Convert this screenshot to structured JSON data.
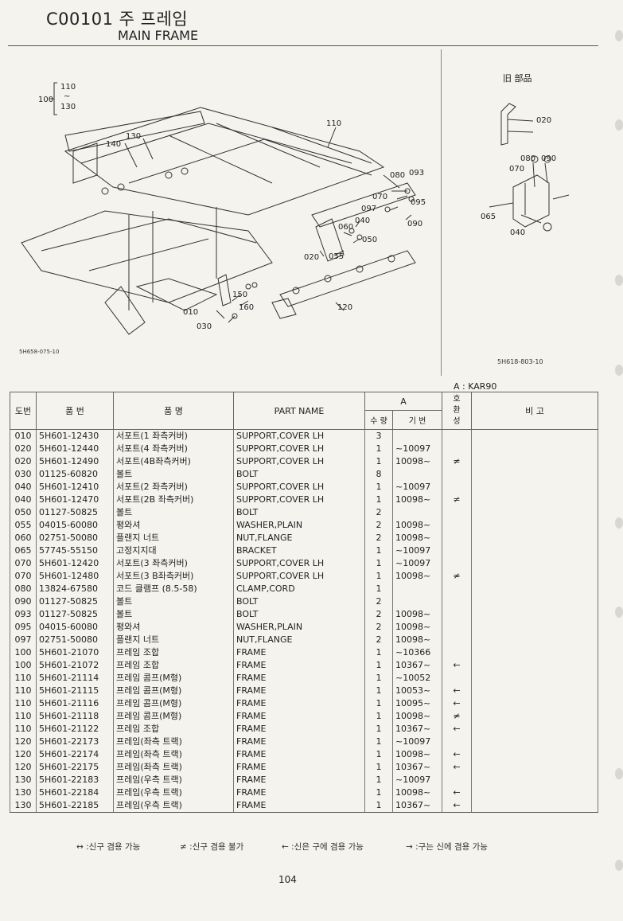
{
  "header": {
    "code_ko": "C00101 주 프레임",
    "title_en": "MAIN FRAME"
  },
  "diagram": {
    "left_id": "5H658-075-10",
    "right_id": "5H618-803-10",
    "old_parts_label": "旧 部品",
    "model_note": "A : KAR90",
    "ref_group": {
      "main": "100",
      "top": "110",
      "tilde": "~",
      "bottom": "130"
    },
    "callouts_main": [
      "140",
      "130",
      "110",
      "080",
      "093",
      "070",
      "095",
      "097",
      "040",
      "060",
      "050",
      "020",
      "055",
      "090",
      "150",
      "160",
      "010",
      "030",
      "120"
    ],
    "callouts_side": [
      "020",
      "080",
      "090",
      "070",
      "065",
      "040"
    ]
  },
  "table": {
    "headers": {
      "no": "도번",
      "part_no": "품 번",
      "name_ko": "품 명",
      "name_en": "PART NAME",
      "group_a": "A",
      "qty": "수 량",
      "serial": "기 번",
      "compat": "호환성",
      "remarks": "비 고"
    },
    "rows": [
      {
        "no": "010",
        "pn": "5H601-12430",
        "ko": "서포트(1 좌측커버)",
        "en": "SUPPORT,COVER LH",
        "qty": "3",
        "serial": "",
        "compat": ""
      },
      {
        "no": "020",
        "pn": "5H601-12440",
        "ko": "서포트(4 좌측커버)",
        "en": "SUPPORT,COVER LH",
        "qty": "1",
        "serial": "~10097",
        "compat": ""
      },
      {
        "no": "020",
        "pn": "5H601-12490",
        "ko": "서포트(4B좌측커버)",
        "en": "SUPPORT,COVER LH",
        "qty": "1",
        "serial": "10098~",
        "compat": "≠"
      },
      {
        "no": "030",
        "pn": "01125-60820",
        "ko": "볼트",
        "en": "BOLT",
        "qty": "8",
        "serial": "",
        "compat": ""
      },
      {
        "no": "040",
        "pn": "5H601-12410",
        "ko": "서포트(2 좌측커버)",
        "en": "SUPPORT,COVER LH",
        "qty": "1",
        "serial": "~10097",
        "compat": ""
      },
      {
        "no": "040",
        "pn": "5H601-12470",
        "ko": "서포트(2B 좌측커버)",
        "en": "SUPPORT,COVER LH",
        "qty": "1",
        "serial": "10098~",
        "compat": "≠"
      },
      {
        "no": "050",
        "pn": "01127-50825",
        "ko": "볼트",
        "en": "BOLT",
        "qty": "2",
        "serial": "",
        "compat": ""
      },
      {
        "no": "055",
        "pn": "04015-60080",
        "ko": "평와셔",
        "en": "WASHER,PLAIN",
        "qty": "2",
        "serial": "10098~",
        "compat": ""
      },
      {
        "no": "060",
        "pn": "02751-50080",
        "ko": "플랜지 너트",
        "en": "NUT,FLANGE",
        "qty": "2",
        "serial": "10098~",
        "compat": ""
      },
      {
        "no": "065",
        "pn": "57745-55150",
        "ko": "고정지지대",
        "en": "BRACKET",
        "qty": "1",
        "serial": "~10097",
        "compat": ""
      },
      {
        "no": "070",
        "pn": "5H601-12420",
        "ko": "서포트(3 좌측커버)",
        "en": "SUPPORT,COVER LH",
        "qty": "1",
        "serial": "~10097",
        "compat": ""
      },
      {
        "no": "070",
        "pn": "5H601-12480",
        "ko": "서포트(3 B좌측커버)",
        "en": "SUPPORT,COVER LH",
        "qty": "1",
        "serial": "10098~",
        "compat": "≠"
      },
      {
        "no": "080",
        "pn": "13824-67580",
        "ko": "코드 클램프 (8.5-58)",
        "en": "CLAMP,CORD",
        "qty": "1",
        "serial": "",
        "compat": ""
      },
      {
        "no": "090",
        "pn": "01127-50825",
        "ko": "볼트",
        "en": "BOLT",
        "qty": "2",
        "serial": "",
        "compat": ""
      },
      {
        "no": "093",
        "pn": "01127-50825",
        "ko": "볼트",
        "en": "BOLT",
        "qty": "2",
        "serial": "10098~",
        "compat": ""
      },
      {
        "no": "095",
        "pn": "04015-60080",
        "ko": "평와셔",
        "en": "WASHER,PLAIN",
        "qty": "2",
        "serial": "10098~",
        "compat": ""
      },
      {
        "no": "097",
        "pn": "02751-50080",
        "ko": "플랜지 너트",
        "en": "NUT,FLANGE",
        "qty": "2",
        "serial": "10098~",
        "compat": ""
      },
      {
        "no": "100",
        "pn": "5H601-21070",
        "ko": "프레임 조합",
        "en": "FRAME",
        "qty": "1",
        "serial": "~10366",
        "compat": ""
      },
      {
        "no": "100",
        "pn": "5H601-21072",
        "ko": "프레임 조합",
        "en": "FRAME",
        "qty": "1",
        "serial": "10367~",
        "compat": "←"
      },
      {
        "no": "110",
        "pn": "5H601-21114",
        "ko": "프레임 콤프(M형)",
        "en": "FRAME",
        "qty": "1",
        "serial": "~10052",
        "compat": ""
      },
      {
        "no": "110",
        "pn": "5H601-21115",
        "ko": "프레임 콤프(M형)",
        "en": "FRAME",
        "qty": "1",
        "serial": "10053~",
        "compat": "←"
      },
      {
        "no": "110",
        "pn": "5H601-21116",
        "ko": "프레임 콤프(M형)",
        "en": "FRAME",
        "qty": "1",
        "serial": "10095~",
        "compat": "←"
      },
      {
        "no": "110",
        "pn": "5H601-21118",
        "ko": "프레임 콤프(M형)",
        "en": "FRAME",
        "qty": "1",
        "serial": "10098~",
        "compat": "≠"
      },
      {
        "no": "110",
        "pn": "5H601-21122",
        "ko": "프레임 조합",
        "en": "FRAME",
        "qty": "1",
        "serial": "10367~",
        "compat": "←"
      },
      {
        "no": "120",
        "pn": "5H601-22173",
        "ko": "프레임(좌측 트랙)",
        "en": "FRAME",
        "qty": "1",
        "serial": "~10097",
        "compat": ""
      },
      {
        "no": "120",
        "pn": "5H601-22174",
        "ko": "프레임(좌측 트랙)",
        "en": "FRAME",
        "qty": "1",
        "serial": "10098~",
        "compat": "←"
      },
      {
        "no": "120",
        "pn": "5H601-22175",
        "ko": "프레임(좌측 트랙)",
        "en": "FRAME",
        "qty": "1",
        "serial": "10367~",
        "compat": "←"
      },
      {
        "no": "130",
        "pn": "5H601-22183",
        "ko": "프레임(우측 트랙)",
        "en": "FRAME",
        "qty": "1",
        "serial": "~10097",
        "compat": ""
      },
      {
        "no": "130",
        "pn": "5H601-22184",
        "ko": "프레임(우측 트랙)",
        "en": "FRAME",
        "qty": "1",
        "serial": "10098~",
        "compat": "←"
      },
      {
        "no": "130",
        "pn": "5H601-22185",
        "ko": "프레임(우측 트랙)",
        "en": "FRAME",
        "qty": "1",
        "serial": "10367~",
        "compat": "←"
      }
    ]
  },
  "legend": [
    "↔ :신구 겸용 가능",
    "≠ :신구 겸용 불가",
    "← :신은 구에 겸용 가능",
    "→ :구는 신에 겸용 가능"
  ],
  "page_number": "104"
}
